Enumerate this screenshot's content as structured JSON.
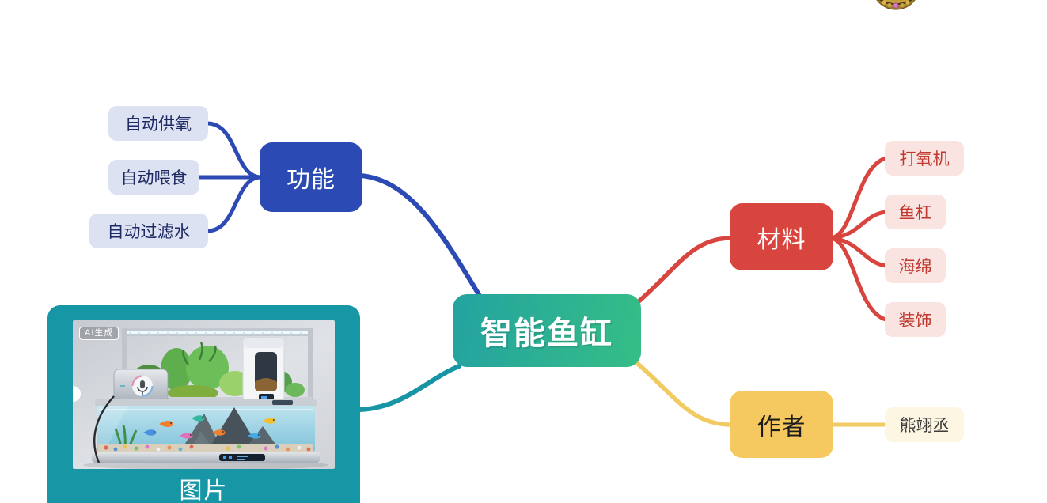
{
  "mindmap": {
    "root": {
      "label": "智能鱼缸"
    },
    "branches": {
      "function": {
        "label": "功能",
        "children": [
          "自动供氧",
          "自动喂食",
          "自动过滤水"
        ]
      },
      "material": {
        "label": "材料",
        "children": [
          "打氧机",
          "鱼杠",
          "海绵",
          "装饰"
        ]
      },
      "author": {
        "label": "作者",
        "children": [
          "熊翊丞"
        ]
      },
      "image": {
        "label": "图片",
        "badge": "AI生成"
      }
    }
  },
  "colors": {
    "root_gradient_from": "#23A2A0",
    "root_gradient_to": "#36BE86",
    "function_branch": "#2B4AB4",
    "function_child_bg": "#DDE2F2",
    "function_child_text": "#1E2A63",
    "material_branch": "#D8443E",
    "material_child_bg": "#F9E4E2",
    "material_child_text": "#C0392F",
    "author_branch": "#F5C960",
    "author_child_bg": "#FCF6E2",
    "image_branch": "#1796A6"
  }
}
